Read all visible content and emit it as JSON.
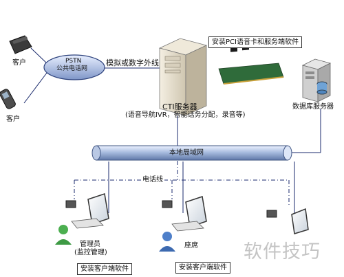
{
  "nodes": {
    "customer_top": "客户",
    "customer_bottom": "客户",
    "pstn_line1": "PSTN",
    "pstn_line2": "公共电话网",
    "trunk_label": "模拟或数字外线",
    "cti_title": "CTI服务器",
    "cti_desc": "(语音导航IVR，智能话务分配，录音等)",
    "pci_callout": "安装PCI语音卡和服务端软件",
    "db_server": "数据库服务器",
    "lan": "本地局域网",
    "phone_line": "电话线",
    "manager_line1": "管理员",
    "manager_line2": "(监控管理)",
    "seat": "座席",
    "client_sw_1": "安装客户端软件",
    "client_sw_2": "安装客户端软件"
  },
  "watermark": "软件技巧"
}
